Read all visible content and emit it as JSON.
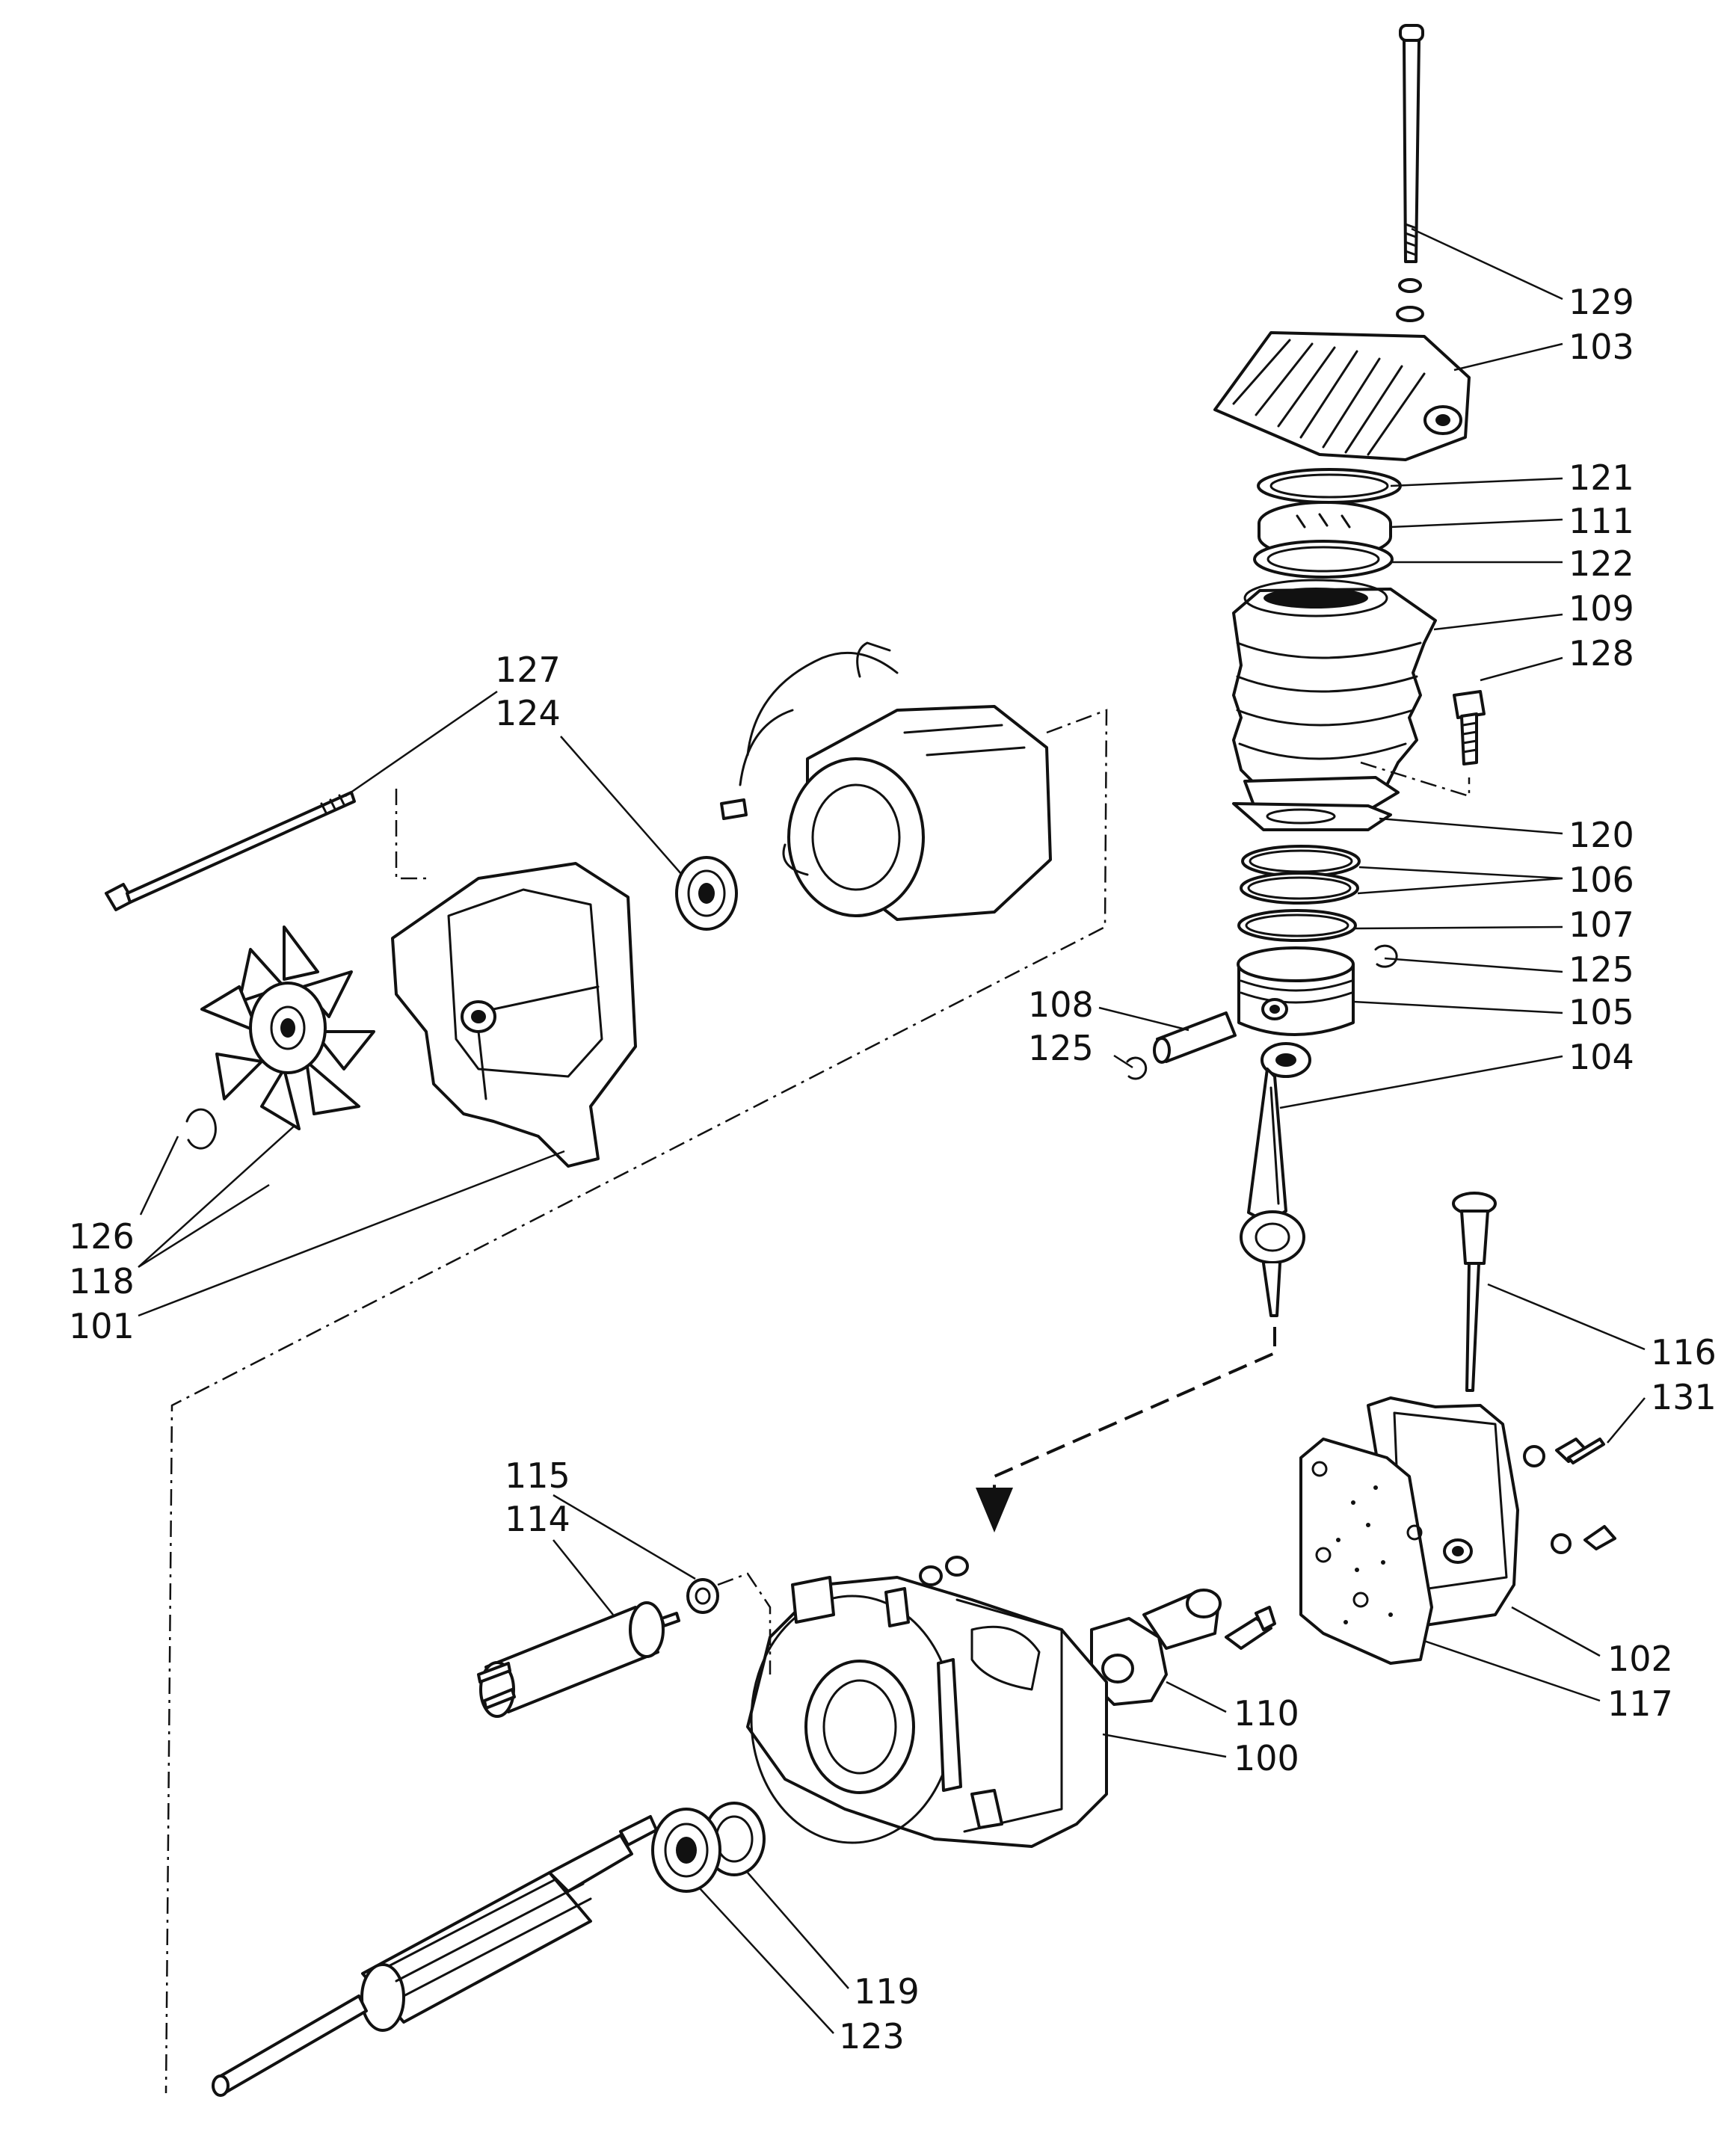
{
  "diagram": {
    "callouts": {
      "c129": "129",
      "c103": "103",
      "c121": "121",
      "c111": "111",
      "c122": "122",
      "c109": "109",
      "c128": "128",
      "c127": "127",
      "c124": "124",
      "c120": "120",
      "c106": "106",
      "c107": "107",
      "c125a": "125",
      "c108": "108",
      "c105": "105",
      "c125b": "125",
      "c104": "104",
      "c126": "126",
      "c118": "118",
      "c101": "101",
      "c116": "116",
      "c131": "131",
      "c115": "115",
      "c114": "114",
      "c102": "102",
      "c117": "117",
      "c110": "110",
      "c100": "100",
      "c119": "119",
      "c123": "123"
    }
  }
}
